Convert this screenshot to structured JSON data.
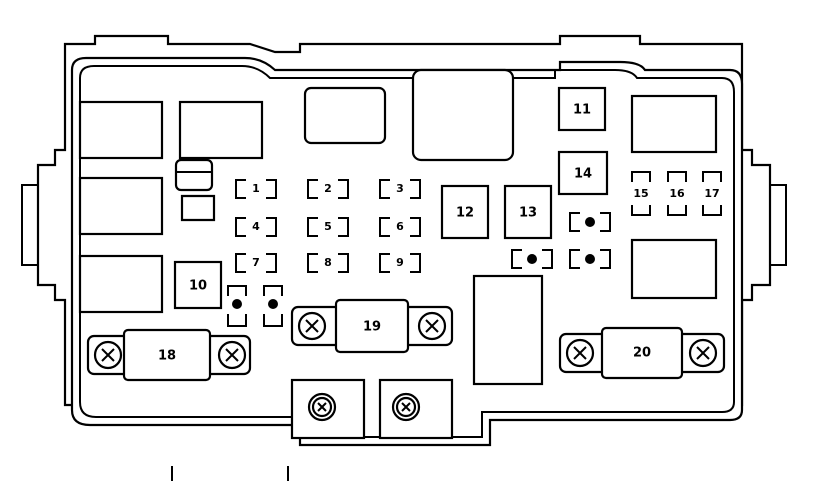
{
  "diagram": {
    "mini_fuses": [
      {
        "id": "fuse-1",
        "label": "1"
      },
      {
        "id": "fuse-2",
        "label": "2"
      },
      {
        "id": "fuse-3",
        "label": "3"
      },
      {
        "id": "fuse-4",
        "label": "4"
      },
      {
        "id": "fuse-5",
        "label": "5"
      },
      {
        "id": "fuse-6",
        "label": "6"
      },
      {
        "id": "fuse-7",
        "label": "7"
      },
      {
        "id": "fuse-8",
        "label": "8"
      },
      {
        "id": "fuse-9",
        "label": "9"
      }
    ],
    "box_labels": {
      "f10": "10",
      "f11": "11",
      "f12": "12",
      "f13": "13",
      "f14": "14"
    },
    "vertical_fuses": [
      {
        "id": "fuse-15",
        "label": "15"
      },
      {
        "id": "fuse-16",
        "label": "16"
      },
      {
        "id": "fuse-17",
        "label": "17"
      }
    ],
    "main_fuses": {
      "f18": "18",
      "f19": "19",
      "f20": "20"
    },
    "icons": {
      "screw": "bolt-x-icon",
      "round_screw": "round-bolt-icon",
      "dot": "empty-slot-dot-icon"
    },
    "colors": {
      "line": "#000000",
      "background": "#ffffff"
    }
  }
}
